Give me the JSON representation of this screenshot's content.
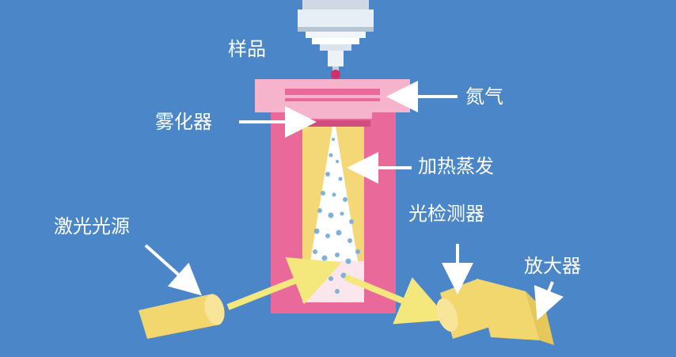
{
  "labels": {
    "sample": "样品",
    "nitrogen": "氮气",
    "nebulizer": "雾化器",
    "heating_evaporation": "加热蒸发",
    "laser_source": "激光光源",
    "photodetector": "光检测器",
    "amplifier": "放大器"
  },
  "colors": {
    "background": "#4a86c8",
    "housing": "#e9699a",
    "housing_top": "#f6b4cc",
    "heating_cone": "#f4d776",
    "chamber": "#ffffff",
    "particles": "#7fb2da",
    "beam": "#f4e77c",
    "lamp_body": "#f2d66e",
    "needle": "#dfe6ee",
    "arrow": "#ffffff"
  },
  "icons": {
    "sample_injector": "syringe-needle",
    "laser_source": "cylinder",
    "photodetector": "cylinder",
    "amplifier": "box"
  }
}
